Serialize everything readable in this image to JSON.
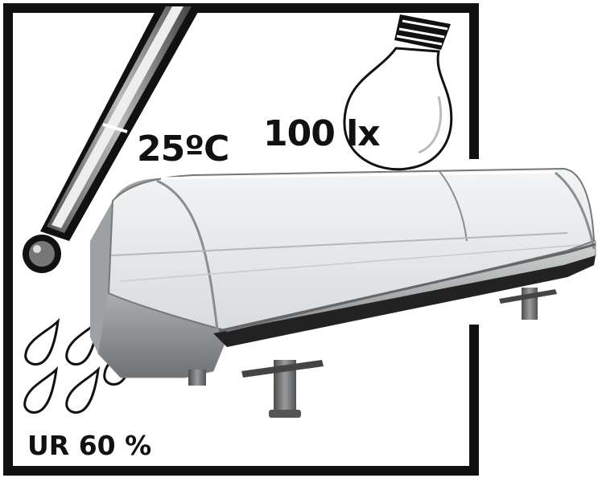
{
  "labels": {
    "temperature": "25ºC",
    "illuminance": "100 lx",
    "relative_humidity": "UR 60 %"
  },
  "icons": {
    "thermometer": "thermometer-icon",
    "bulb": "light-bulb-icon",
    "drops": "water-drops-icon",
    "product": "refrigerated-display-case"
  },
  "colors": {
    "frame": "#111111",
    "background": "#ffffff",
    "case_body": "#a9acae",
    "glass": "#e6eaec"
  }
}
